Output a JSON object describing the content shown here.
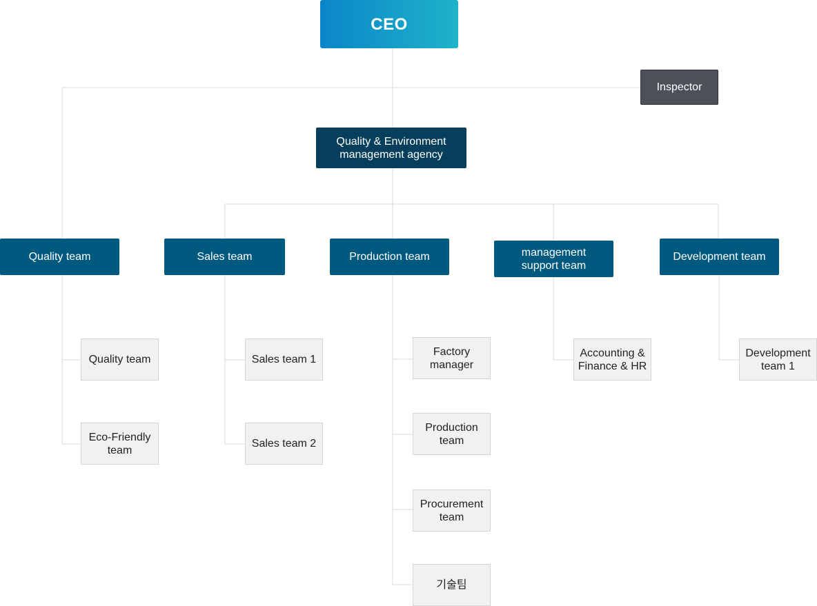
{
  "ceo": "CEO",
  "inspector": "Inspector",
  "agency": [
    "Quality & Environment",
    "management agency"
  ],
  "teams": {
    "quality": "Quality team",
    "sales": "Sales team",
    "production": "Production team",
    "management": [
      "management",
      "support team"
    ],
    "development": "Development team"
  },
  "subs": {
    "quality_team": "Quality team",
    "eco_friendly": [
      "Eco-Friendly",
      "team"
    ],
    "sales_team_1": "Sales team 1",
    "sales_team_2": "Sales team 2",
    "factory_manager": [
      "Factory",
      "manager"
    ],
    "production_team": [
      "Production",
      "team"
    ],
    "procurement_team": [
      "Procurement",
      "team"
    ],
    "tech_team": "기술팀",
    "accounting": [
      "Accounting &",
      "Finance & HR"
    ],
    "development_team_1": [
      "Development",
      "team 1"
    ]
  }
}
